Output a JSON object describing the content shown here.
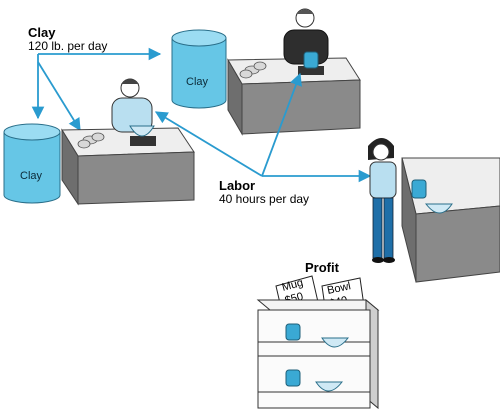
{
  "clay_source": {
    "title": "Clay",
    "rate": "120 lb. per day"
  },
  "clay_bin_left": {
    "label": "Clay"
  },
  "clay_bin_top": {
    "label": "Clay"
  },
  "labor": {
    "title": "Labor",
    "rate": "40 hours per day"
  },
  "profit": {
    "title": "Profit",
    "mug_sign": {
      "line1": "Mug",
      "line2": "$50"
    },
    "bowl_sign": {
      "line1": "Bowl",
      "line2": "$40"
    }
  },
  "colors": {
    "accent": "#3aa9d4",
    "clay": "#66c6e6",
    "arrow": "#2a9bcf",
    "table_top": "#eeeeee",
    "table_side": "#8a8a8a",
    "shelf": "#f4f4f4"
  }
}
